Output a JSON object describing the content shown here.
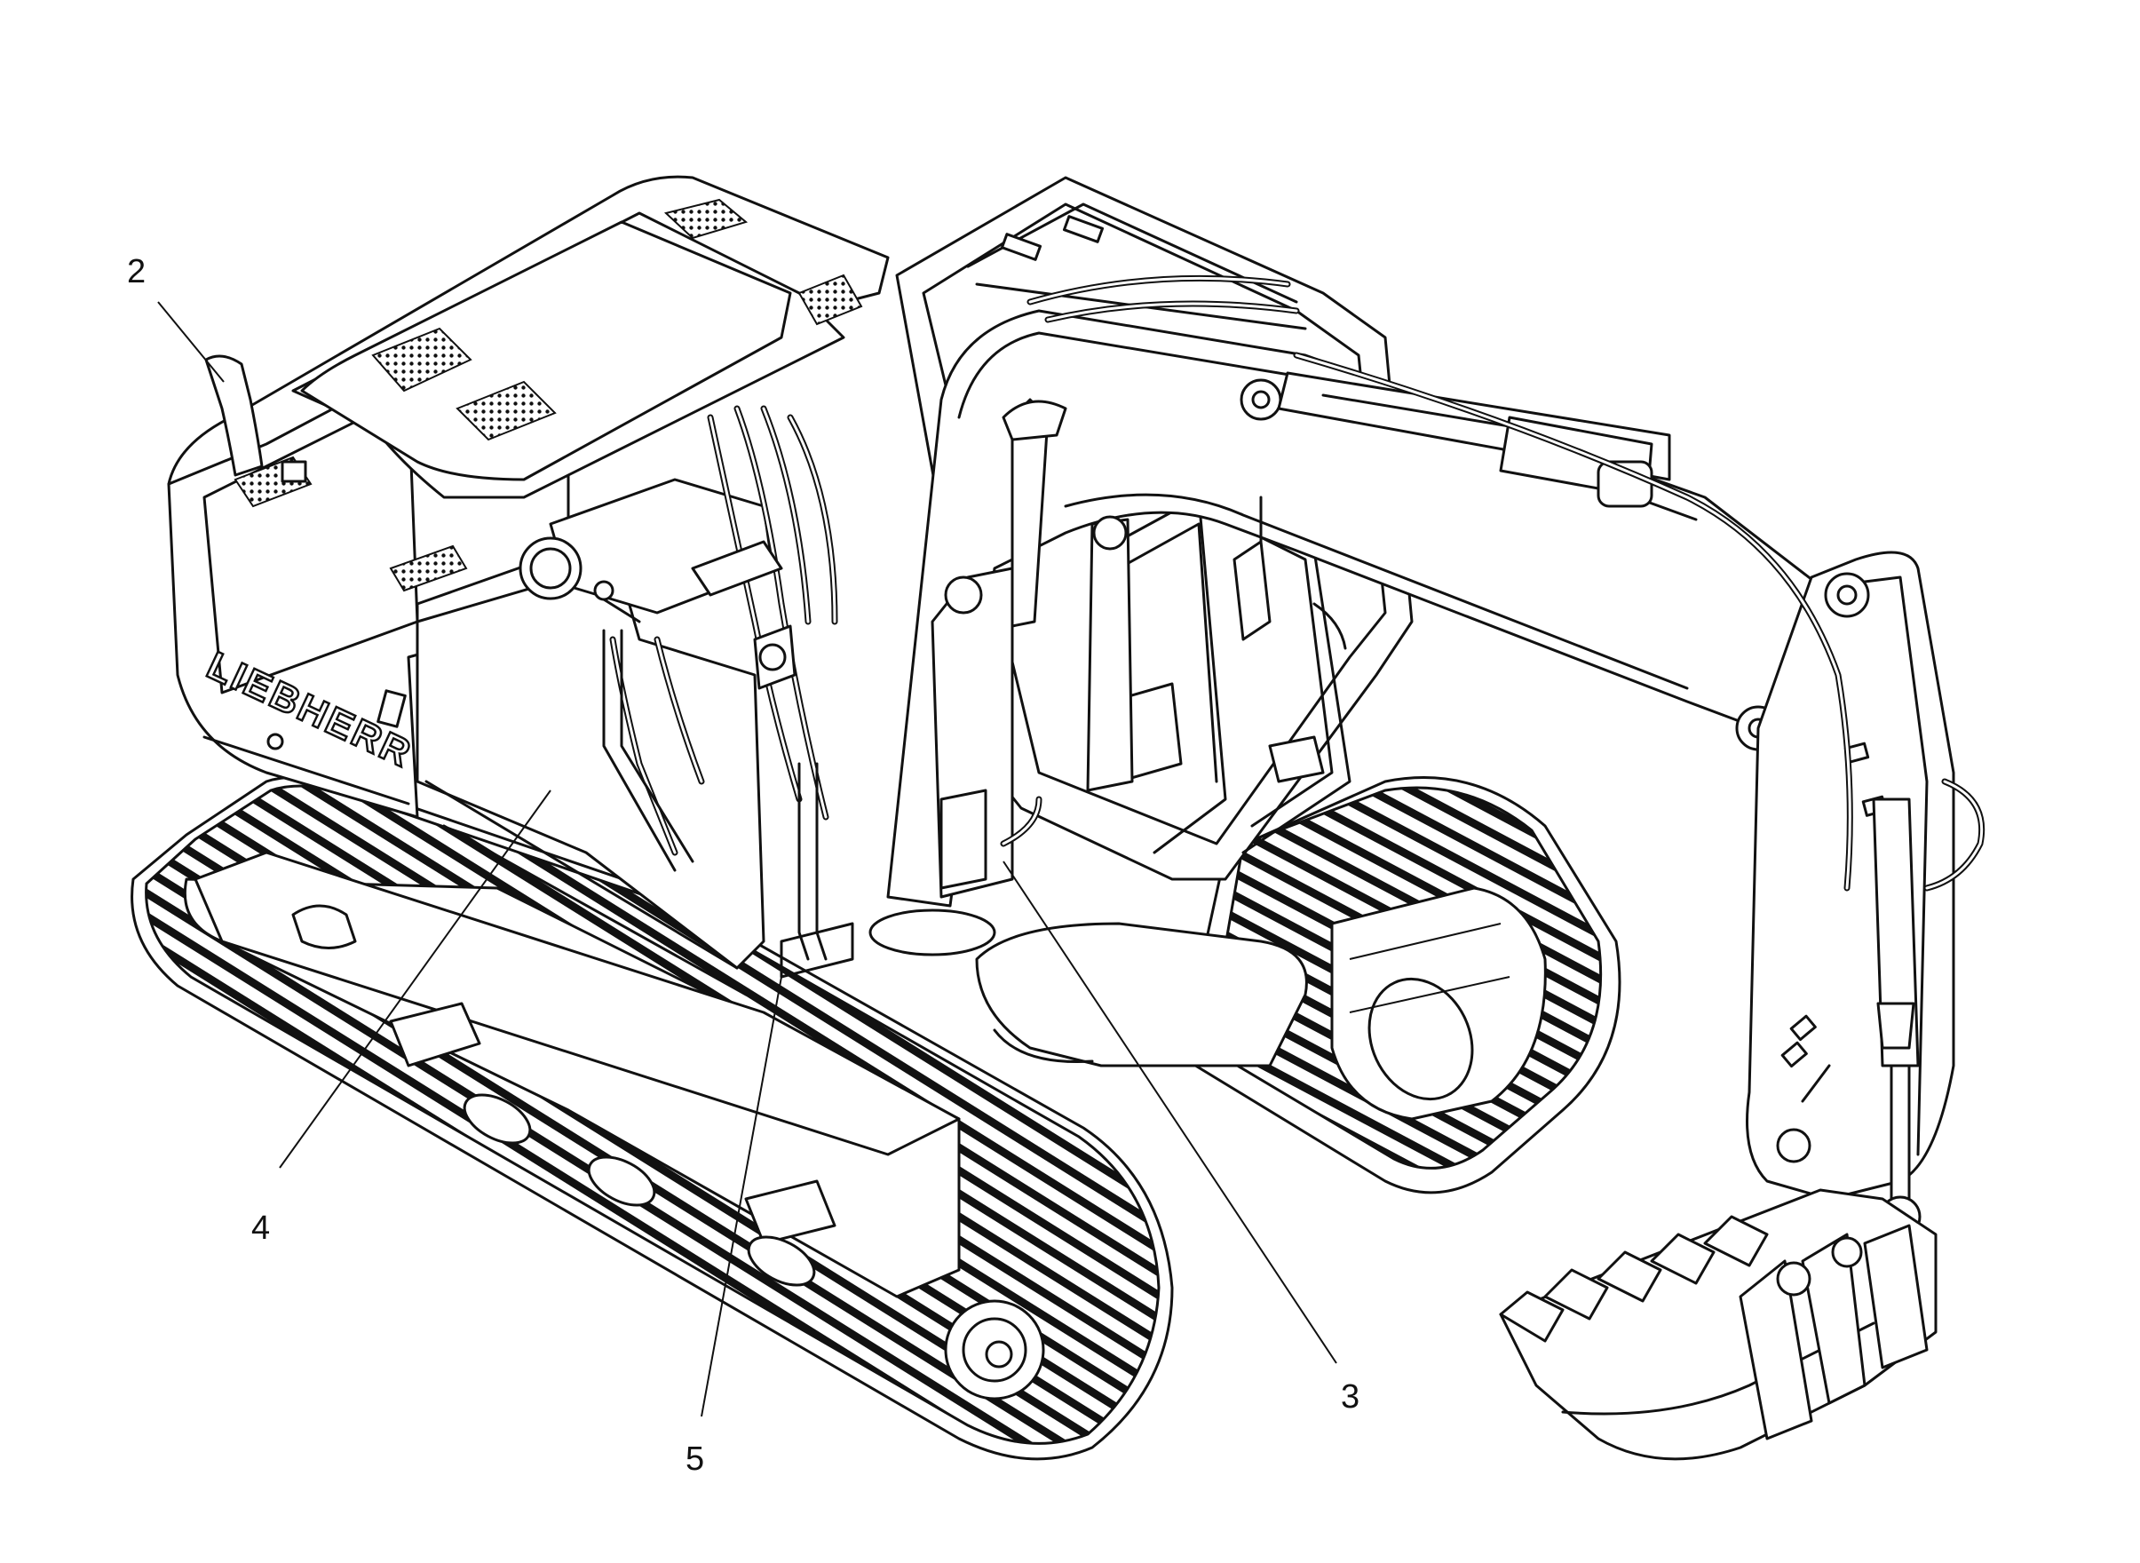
{
  "figure": {
    "brand_text": "LIEBHERR",
    "callouts": [
      {
        "id": "2",
        "label": "2"
      },
      {
        "id": "3",
        "label": "3"
      },
      {
        "id": "4",
        "label": "4"
      },
      {
        "id": "5",
        "label": "5"
      }
    ]
  }
}
